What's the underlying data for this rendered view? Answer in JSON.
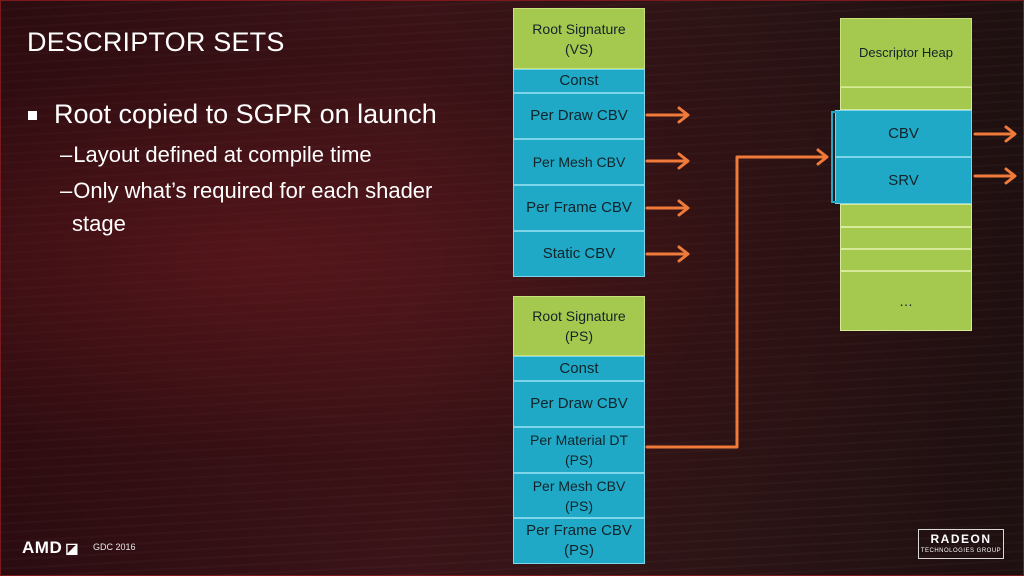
{
  "slide": {
    "title": "DESCRIPTOR SETS",
    "bullet": "Root copied to SGPR on launch",
    "sub_items": [
      "Layout defined at compile time",
      "Only what’s required for each shader"
    ],
    "sub_item_continuation": "stage",
    "dash": "–"
  },
  "vs_table": {
    "header": "Root Signature\n(VS)",
    "rows": [
      "Const",
      "Per Draw CBV",
      "Per Mesh CBV",
      "Per Frame CBV",
      "Static CBV"
    ]
  },
  "ps_table": {
    "header": "Root Signature\n(PS)",
    "rows": [
      "Const",
      "Per Draw CBV",
      "Per Material DT\n(PS)",
      "Per Mesh CBV\n(PS)",
      "Per Frame CBV\n(PS)"
    ]
  },
  "heap": {
    "title": "Descriptor Heap",
    "cbv": "CBV",
    "srv": "SRV",
    "ellipsis": "…"
  },
  "footer": {
    "amd": "AMD",
    "amd_symbol": "◪",
    "event": "GDC 2016",
    "radeon_line1": "RADEON",
    "radeon_line2": "TECHNOLOGIES GROUP"
  },
  "colors": {
    "green": "#a5c94e",
    "blue": "#20a9c6",
    "arrow": "#f07a3a"
  }
}
